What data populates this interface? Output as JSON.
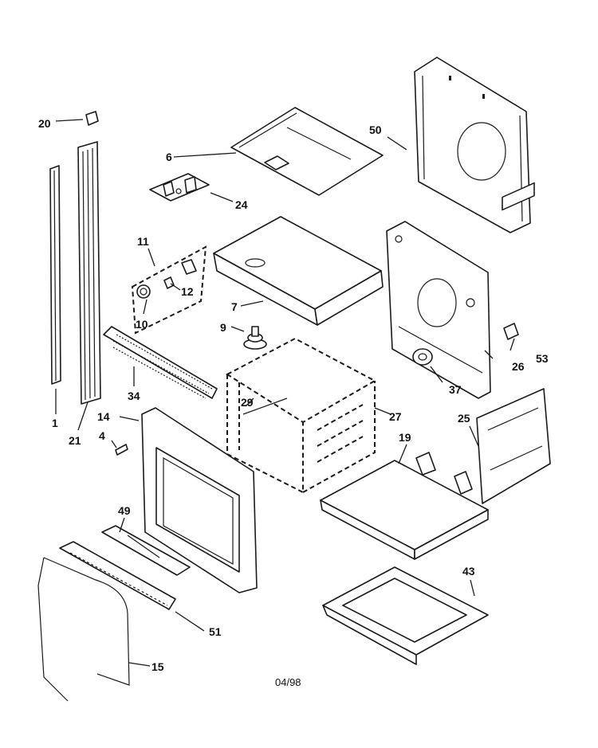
{
  "callouts": {
    "c1": "1",
    "c4": "4",
    "c6": "6",
    "c7": "7",
    "c9": "9",
    "c10": "10",
    "c11": "11",
    "c12": "12",
    "c14": "14",
    "c15": "15",
    "c19": "19",
    "c20": "20",
    "c21": "21",
    "c24": "24",
    "c25": "25",
    "c26": "26",
    "c27": "27",
    "c29": "29",
    "c34": "34",
    "c37": "37",
    "c43": "43",
    "c49": "49",
    "c50": "50",
    "c51": "51",
    "c53": "53"
  },
  "footer": {
    "date_code": "04/98"
  }
}
